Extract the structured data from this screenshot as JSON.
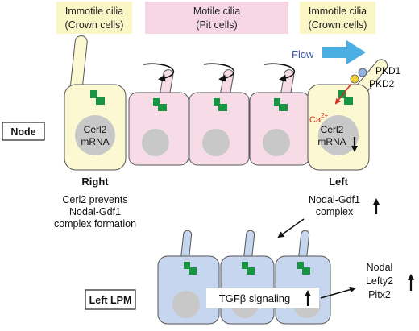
{
  "headers": {
    "left": {
      "line1": "Immotile cilia",
      "line2": "(Crown cells)"
    },
    "middle": {
      "line1": "Motile cilia",
      "line2": "(Pit cells)"
    },
    "right": {
      "line1": "Immotile cilia",
      "line2": "(Crown cells)"
    }
  },
  "labels": {
    "node": "Node",
    "left_lpm": "Left LPM",
    "right": "Right",
    "left": "Left",
    "flow": "Flow",
    "pkd1": "PKD1",
    "pkd2": "PKD2",
    "ca": "Ca",
    "ca_charge": "2+"
  },
  "right_cell": {
    "mrna_line1": "Cerl2",
    "mrna_line2": "mRNA"
  },
  "left_cell": {
    "mrna_line1": "Cerl2",
    "mrna_line2": "mRNA"
  },
  "right_caption": [
    "Cerl2 prevents",
    "Nodal-Gdf1",
    "complex formation"
  ],
  "left_caption": [
    "Nodal-Gdf1",
    "complex"
  ],
  "lpm": {
    "signal": "TGFβ signaling"
  },
  "outputs": [
    "Nodal",
    "Lefty2",
    "Pitx2"
  ],
  "colors": {
    "crown_fill": "#fbf8d2",
    "header_crown": "#fbf6c6",
    "pit_fill": "#f7dbe6",
    "header_pit": "#f6d6e4",
    "lpm_fill": "#c5d6ee",
    "basal_body": "#179542",
    "nucleus": "#c8c8c8",
    "flow_arrow": "#4aaee3",
    "flow_text": "#3b59a8",
    "calcium": "#d42a1f",
    "pkd1": "#8fb3e0",
    "pkd2": "#f2d23a"
  }
}
